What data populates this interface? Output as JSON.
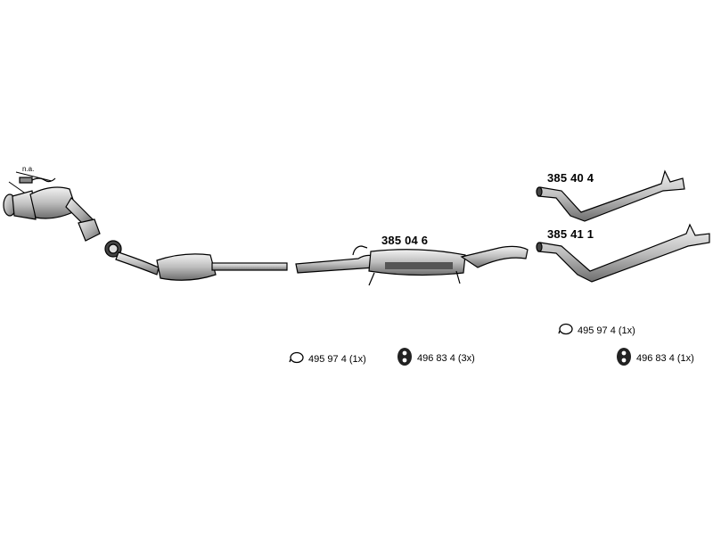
{
  "labels": {
    "na": "n.a.",
    "part_rear_silencer": "385 04 6",
    "part_tailpipe_upper": "385 40 4",
    "part_tailpipe_lower": "385 41 1"
  },
  "accessories": {
    "left_clamp": "495 97 4 (1x)",
    "left_rubber": "496 83 4 (3x)",
    "right_clamp": "495 97 4 (1x)",
    "right_rubber": "496 83 4 (1x)"
  },
  "icons": {
    "clamp": "clamp-ring-icon",
    "rubber": "rubber-mount-icon"
  },
  "colors": {
    "line": "#000000",
    "fill_light": "#d9d9d9",
    "fill_mid": "#a6a6a6",
    "fill_dark": "#555555"
  }
}
